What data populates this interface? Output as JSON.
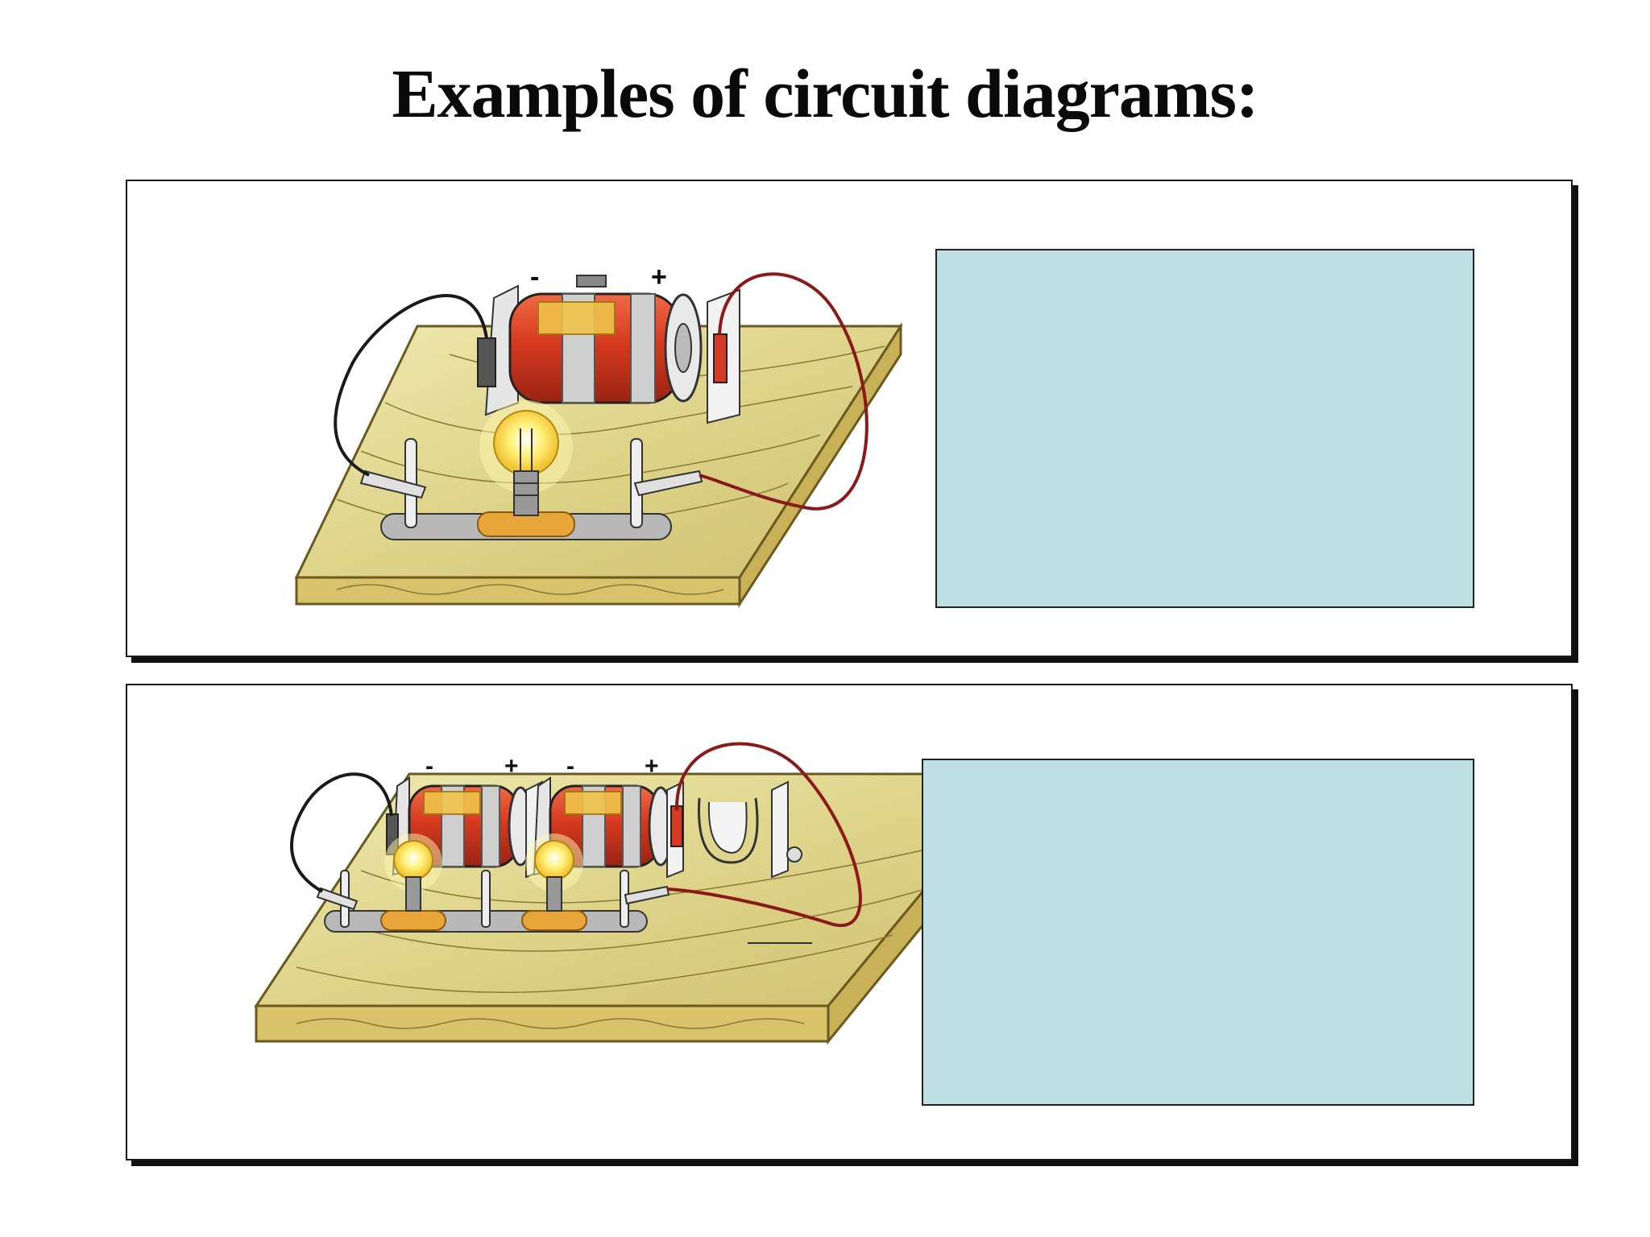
{
  "title": "Examples of circuit diagrams:",
  "panels": [
    {
      "name": "single-cell-circuit",
      "cells": [
        {
          "minus": "-",
          "plus": "+"
        }
      ],
      "bulbs": 1,
      "answer_box": ""
    },
    {
      "name": "two-cell-circuit",
      "cells": [
        {
          "minus": "-",
          "plus": "+"
        },
        {
          "minus": "-",
          "plus": "+"
        }
      ],
      "bulbs": 2,
      "answer_box": ""
    }
  ],
  "colors": {
    "board": "#ded48a",
    "board_edge": "#c9b158",
    "battery_red": "#d63a1f",
    "battery_band": "#c9c9c9",
    "battery_label": "#f0c24a",
    "bulb_glow": "#fff27a",
    "wire_red": "#8a1a1a",
    "wire_black": "#1a1a1a",
    "answer_box": "#bee0e5"
  }
}
